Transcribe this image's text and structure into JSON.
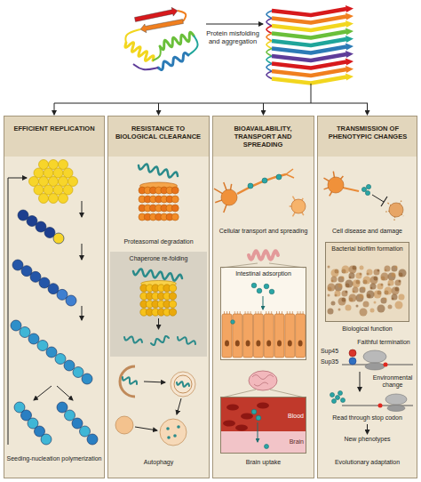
{
  "diagram": {
    "nodes": [
      {
        "text": [
          "EFFICIENT REPLICATION"
        ]
      },
      {
        "text": [
          "RESISTANCE TO BIOLOGICAL CLEARANCE"
        ]
      },
      {
        "text": [
          "BIOAVAILABILITY, TRANSPORT AND SPREADING"
        ]
      },
      {
        "text": [
          "TRANSMISSION OF PHENOTYPIC CHANGES"
        ]
      },
      {
        "text": [
          "Chaperone re-folding"
        ],
        "in": 1
      },
      {
        "text": [
          "Intestinal adsorption"
        ],
        "in": 2
      },
      {
        "text": [
          "Blood",
          "Brain"
        ],
        "in": 2
      },
      {
        "text": [
          "Bacterial biofilm formation"
        ],
        "in": 3
      }
    ],
    "labels": [
      "Protein misfolding and aggregation",
      "Seeding-nucleation polymerization",
      "Proteasomal degradation",
      "Autophagy",
      "Cellular transport and spreading",
      "Brain uptake",
      "Cell disease and damage",
      "Biological function",
      "Sup45",
      "Sup35",
      "Faithful termination",
      "Environmental change",
      "Read through stop codon",
      "New phenotypes",
      "Evolutionary adaptation"
    ]
  }
}
